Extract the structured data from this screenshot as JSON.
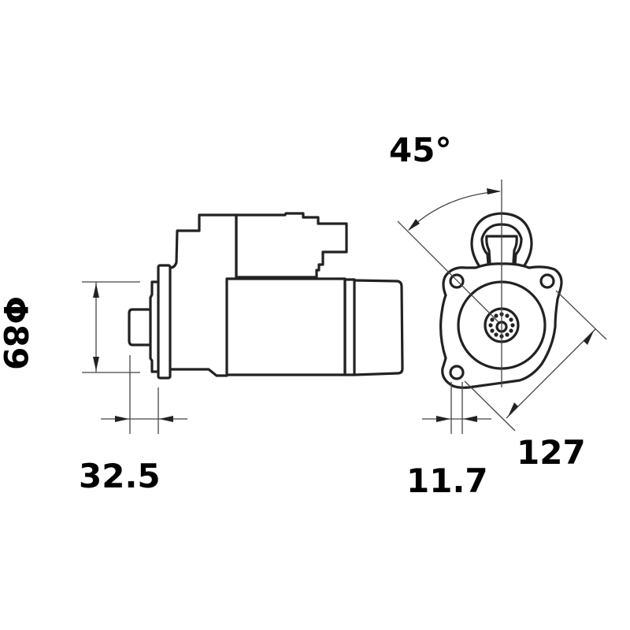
{
  "drawing": {
    "subject": "starter motor dimension drawing",
    "views": [
      "side view",
      "front view"
    ],
    "line_color": "#222222",
    "background": "#ffffff"
  },
  "dimensions": {
    "diameter": {
      "symbol": "Φ",
      "value": "89",
      "text": "Φ89",
      "unit": "mm"
    },
    "flange_offset": {
      "value": "32.5",
      "text": "32.5",
      "unit": "mm"
    },
    "angle": {
      "value": "45",
      "text": "45°",
      "unit": "degrees"
    },
    "hole_offset": {
      "value": "11.7",
      "text": "11.7",
      "unit": "mm"
    },
    "bolt_spacing": {
      "value": "127",
      "text": "127",
      "unit": "mm"
    }
  }
}
